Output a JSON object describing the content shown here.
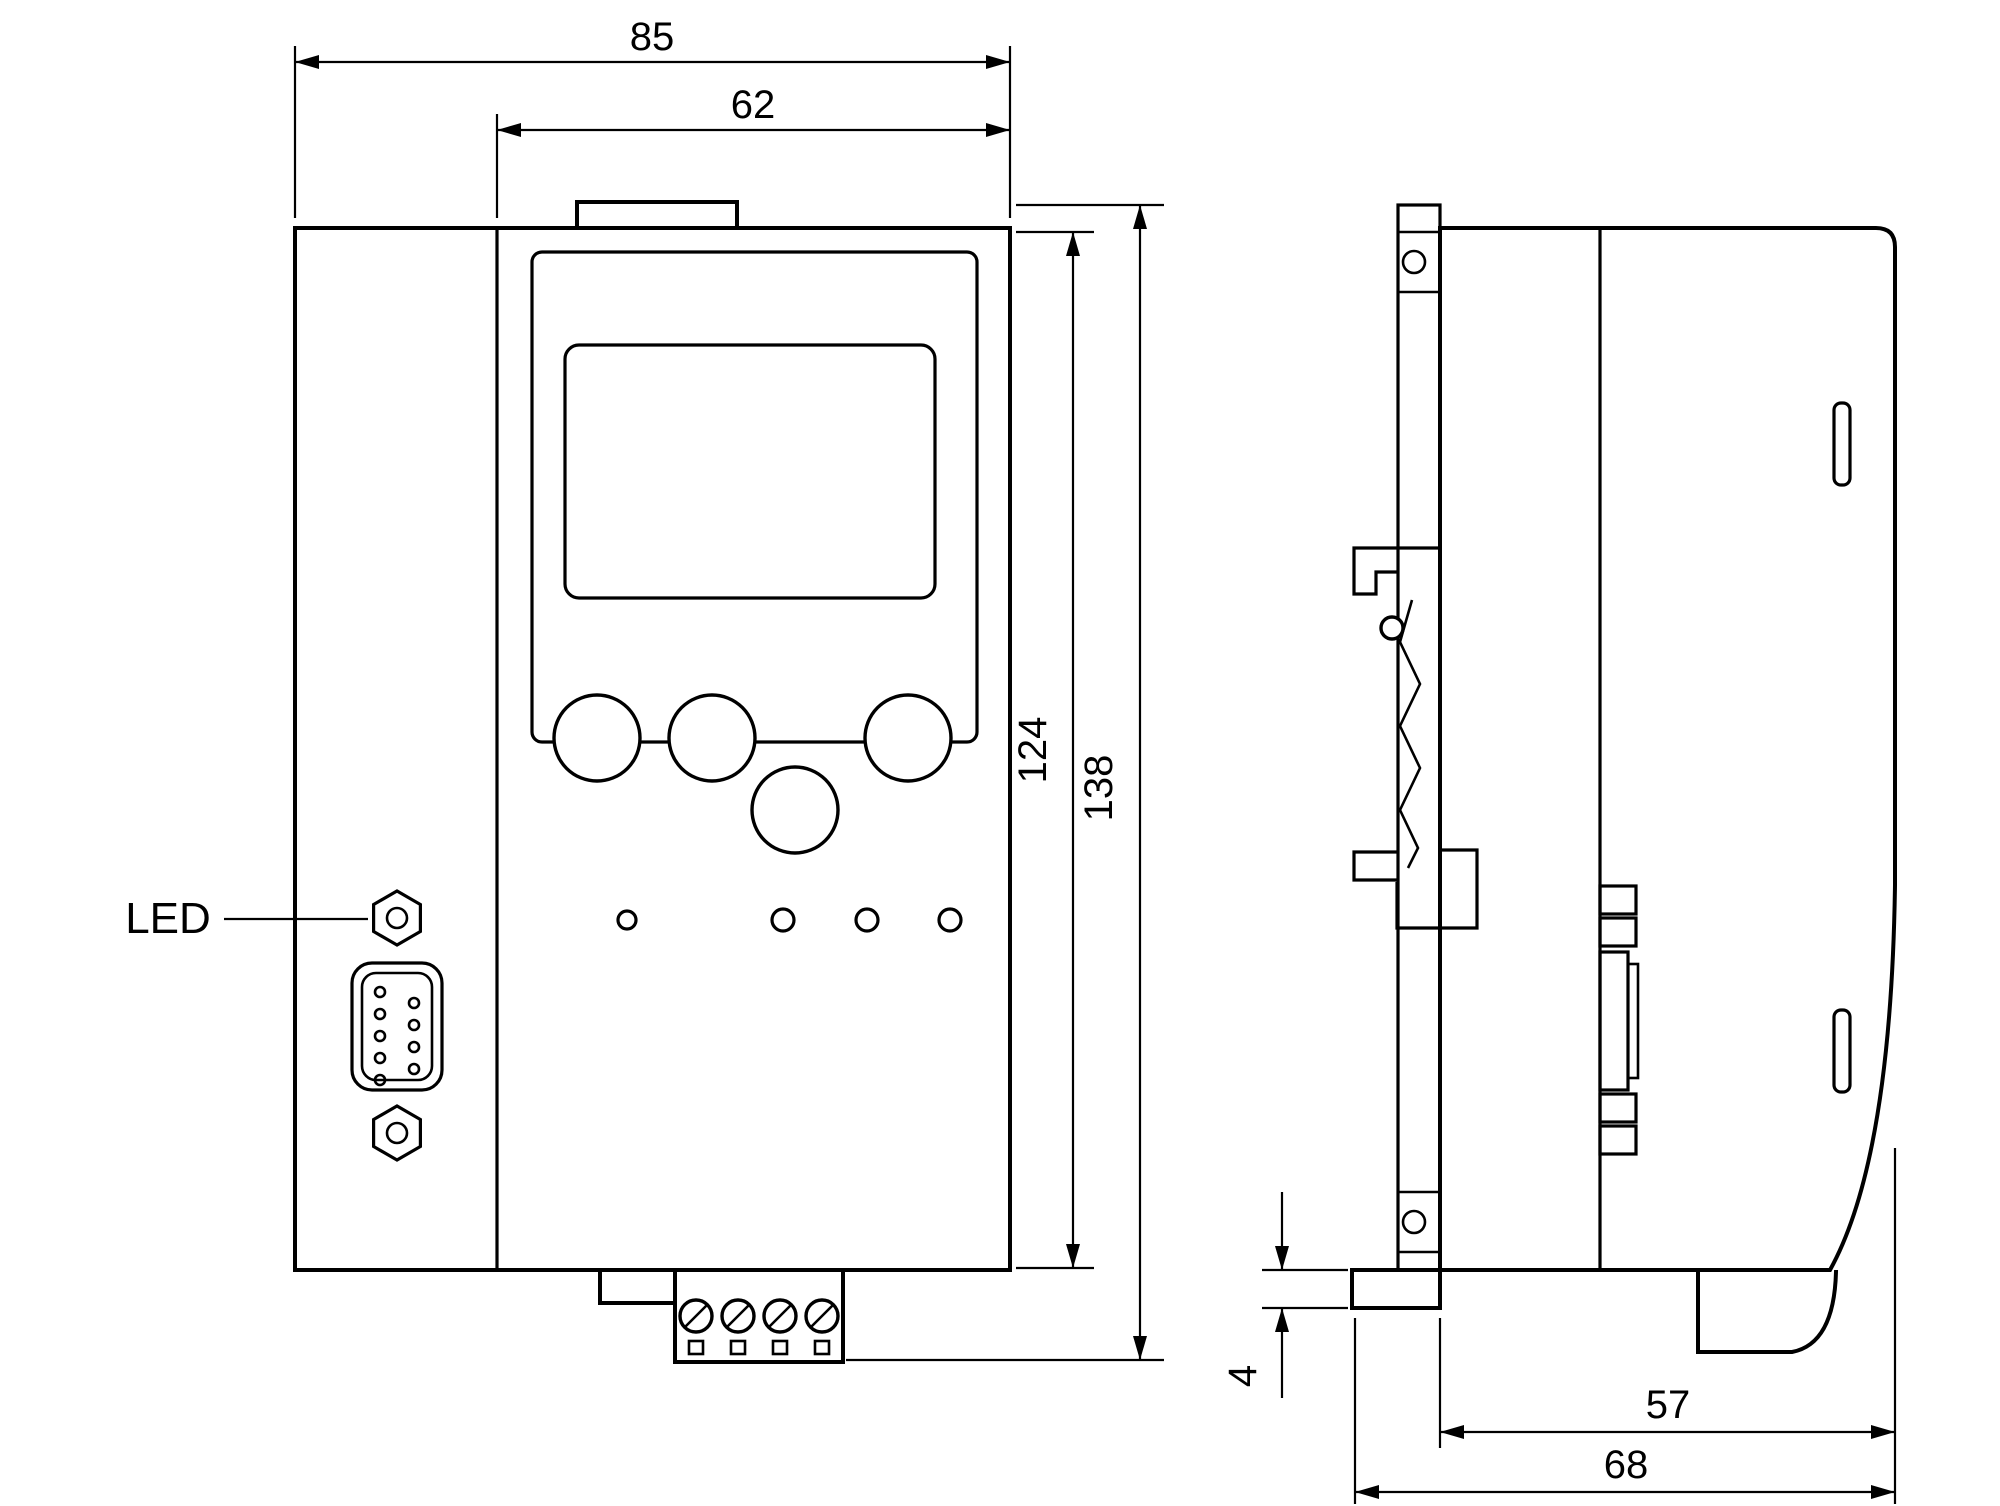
{
  "drawing": {
    "background_color": "#ffffff",
    "line_color": "#000000",
    "labels": {
      "led": "LED"
    },
    "dimensions": {
      "overall_width": "85",
      "panel_width": "62",
      "body_height": "124",
      "overall_height": "138",
      "clip_offset": "4",
      "body_depth": "57",
      "overall_depth": "68"
    }
  }
}
